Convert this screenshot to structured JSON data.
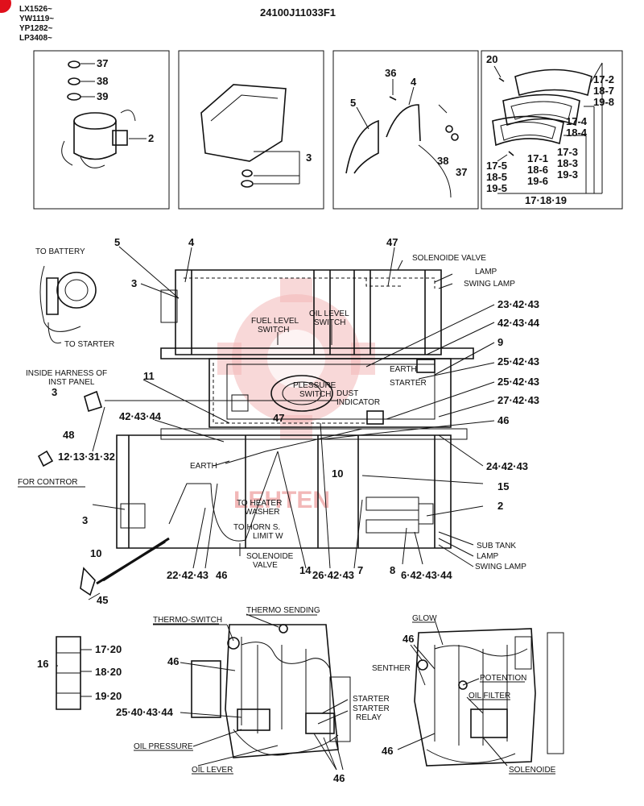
{
  "models": [
    "LX1526~",
    "YW1119~",
    "YP1282~",
    "LP3408~"
  ],
  "part_number": "24100J11033F1",
  "watermark": "LEHTEN",
  "colors": {
    "ink": "#111111",
    "watermark": "#f2b8b8",
    "corner_mark": "#e0101c"
  },
  "panels": {
    "p1": [
      "37",
      "38",
      "39",
      "2"
    ],
    "p2": [
      "3"
    ],
    "p3": [
      "36",
      "4",
      "5",
      "38",
      "37"
    ],
    "p4": [
      "20",
      "17-2",
      "18-7",
      "19-8",
      "17-4",
      "18-4",
      "17-1",
      "18-6",
      "19-6",
      "17-3",
      "18-3",
      "19-3",
      "17-5",
      "18-5",
      "19-5",
      "17·18·19"
    ]
  },
  "main": {
    "to_battery": "TO BATTERY",
    "to_starter": "TO STARTER",
    "inside_harness_1": "INSIDE HARNESS OF",
    "inside_harness_2": "INST PANEL",
    "for_contror": "FOR CONTROR",
    "fuel_level_1": "FUEL LEVEL",
    "fuel_level_2": "SWITCH",
    "oil_level_1": "OIL LEVEL",
    "oil_level_2": "SWITCH",
    "solenoide_valve_top": "SOLENOIDE VALVE",
    "lamp_top": "LAMP",
    "swing_lamp_top": "SWING LAMP",
    "earth_right": "EARTH",
    "starter_right": "STARTER",
    "plessure_1": "PLESSURE",
    "plessure_2": "SWITCH",
    "dust_1": "DUST",
    "dust_2": "INDICATOR",
    "earth_left": "EARTH",
    "to_heater_1": "TO HEATER",
    "to_heater_2": "WASHER",
    "to_horn_1": "TO HORN S.",
    "to_horn_2": "LIMIT   W",
    "solenoide_valve_bottom_1": "SOLENOIDE",
    "solenoide_valve_bottom_2": "VALVE",
    "sub_tank": "SUB  TANK",
    "lamp_bottom": "LAMP",
    "swing_lamp_bottom": "SWING LAMP",
    "numbers": {
      "n5": "5",
      "n4": "4",
      "n3a": "3",
      "n47a": "47",
      "n23": "23·42·43",
      "n42_43_44a": "42·43·44",
      "n9": "9",
      "n25a": "25·42·43",
      "n25b": "25·42·43",
      "n27": "27·42·43",
      "n11": "11",
      "n3b": "3",
      "n48": "48",
      "n12": "12·13·31·32",
      "n42_43_44b": "42·43·44",
      "n47b": "47",
      "n46a": "46",
      "n10a": "10",
      "n24": "24·42·43",
      "n15": "15",
      "n2": "2",
      "n3c": "3",
      "n10b": "10",
      "n45": "45",
      "n22": "22·42·43",
      "n46b": "46",
      "n14": "14",
      "n26": "26·42·43",
      "n7": "7",
      "n8": "8",
      "n6": "6·42·43·44"
    }
  },
  "bottom": {
    "thermo_switch": "THERMO-SWITCH",
    "thermo_sending": "THERMO SENDING",
    "n46a": "46",
    "n25": "25·40·43·44",
    "oil_pressure": "OIL  PRESSURE",
    "oil_lever": "OIL LEVER",
    "starter": "STARTER",
    "starter_relay_1": "STARTER",
    "starter_relay_2": "RELAY",
    "n46b": "46",
    "n16": "16",
    "n17_20": "17·20",
    "n18_20": "18·20",
    "n19_20": "19·20",
    "glow": "GLOW",
    "n46c": "46",
    "senther": "SENTHER",
    "potention": "POTENTION",
    "oil_filter": "OIL FILTER",
    "n46d": "46",
    "solenoide": "SOLENOIDE"
  }
}
